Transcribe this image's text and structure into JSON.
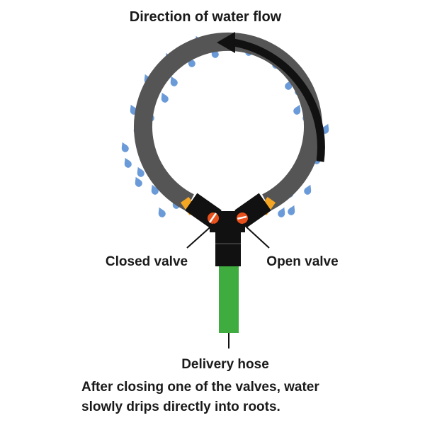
{
  "labels": {
    "flow_direction": "Direction of water flow",
    "closed_valve": "Closed valve",
    "open_valve": "Open valve",
    "delivery_hose": "Delivery hose"
  },
  "caption": {
    "line1": "After closing one of the valves, water",
    "line2": "slowly drips directly into roots."
  },
  "colors": {
    "ring": "#555555",
    "drop": "#6a9bd8",
    "connector": "#f5a623",
    "fitting": "#111111",
    "valve": "#e8501c",
    "hose": "#3eac3e",
    "arrow": "#111111"
  },
  "icons": {
    "drop": "water-drop-icon",
    "valve": "valve-icon",
    "arrow": "curved-arrow-icon"
  }
}
